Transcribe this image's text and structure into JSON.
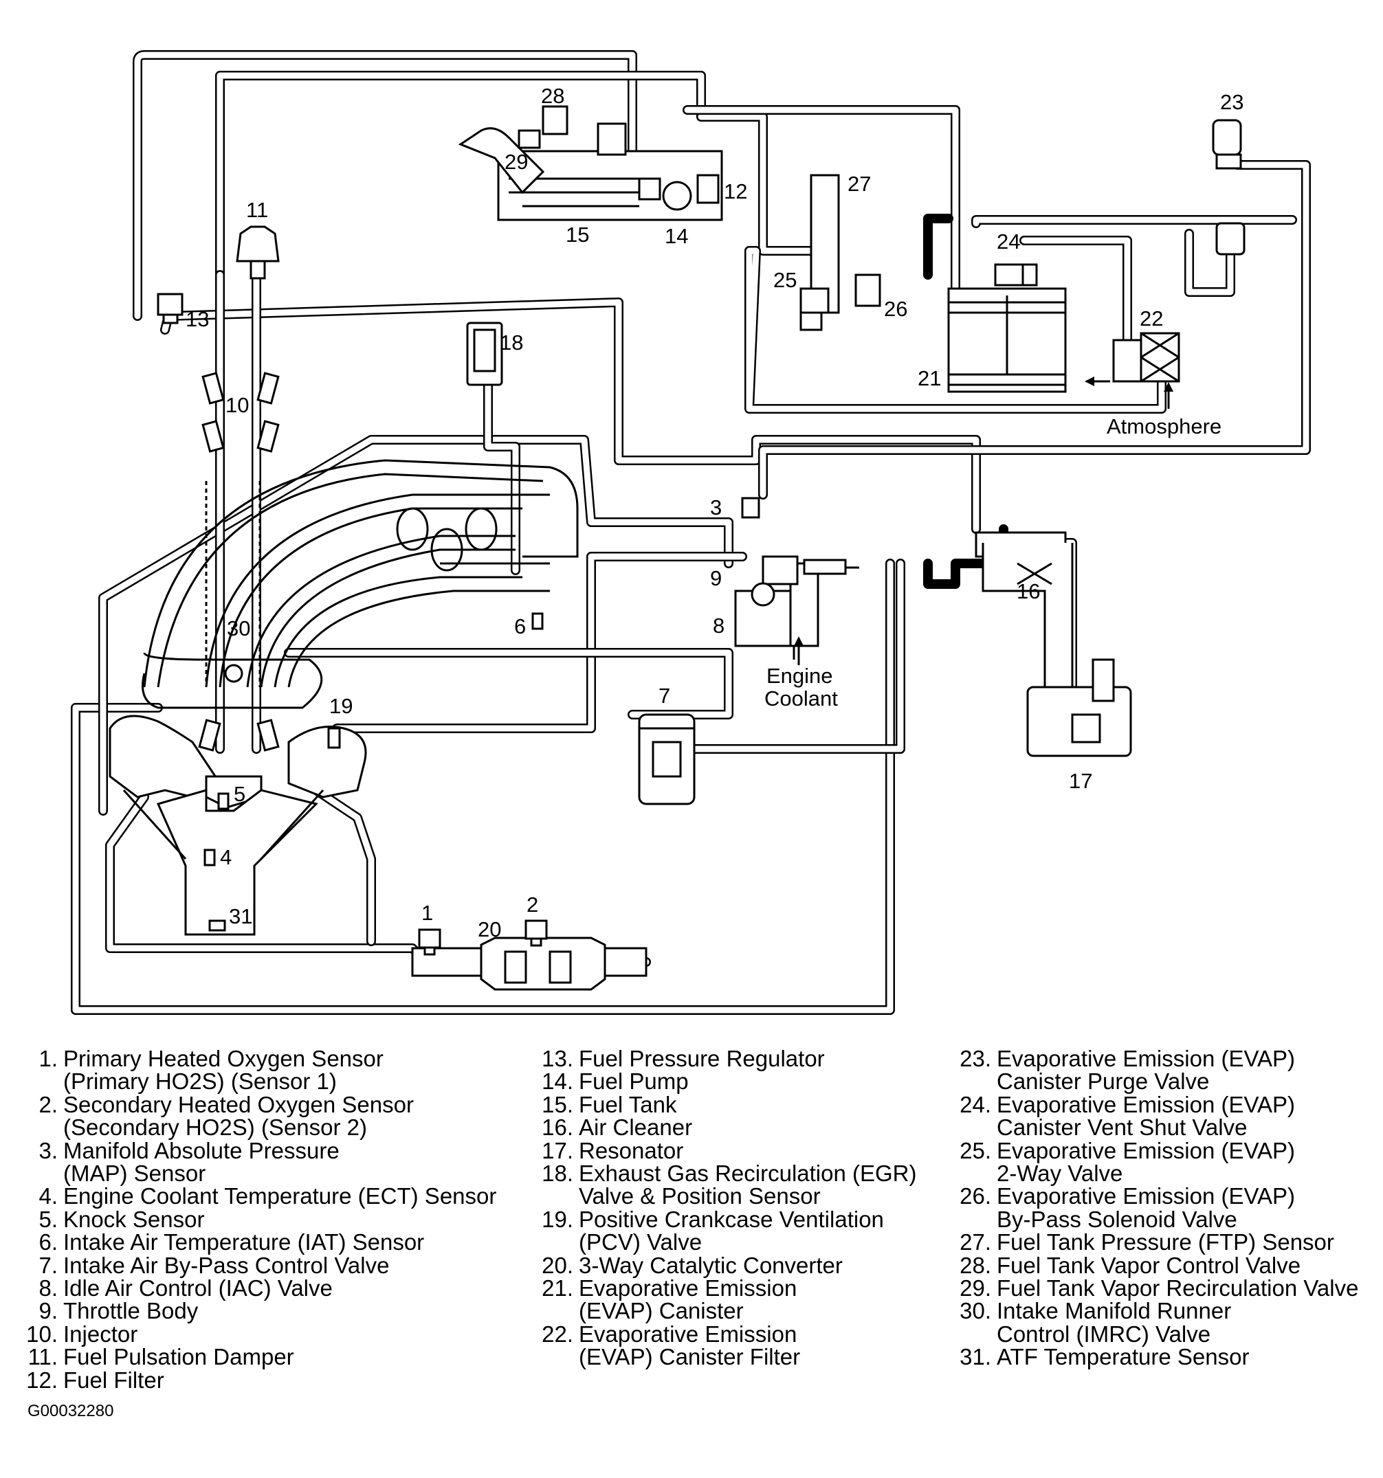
{
  "figure_code": "G00032280",
  "callouts": [
    "1",
    "2",
    "3",
    "4",
    "5",
    "6",
    "7",
    "8",
    "9",
    "10",
    "11",
    "12",
    "13",
    "14",
    "15",
    "16",
    "17",
    "18",
    "19",
    "20",
    "21",
    "22",
    "23",
    "24",
    "25",
    "26",
    "27",
    "28",
    "29",
    "30",
    "31"
  ],
  "annotations": {
    "atmosphere": "Atmosphere",
    "engine_coolant": [
      "Engine",
      "Coolant"
    ]
  },
  "legend": [
    {
      "num": "1.",
      "lines": [
        "Primary Heated Oxygen Sensor",
        "(Primary HO2S) (Sensor 1)"
      ]
    },
    {
      "num": "2.",
      "lines": [
        "Secondary Heated Oxygen Sensor",
        "(Secondary HO2S) (Sensor 2)"
      ]
    },
    {
      "num": "3.",
      "lines": [
        "Manifold Absolute Pressure",
        "(MAP) Sensor"
      ]
    },
    {
      "num": "4.",
      "lines": [
        "Engine Coolant Temperature (ECT) Sensor"
      ]
    },
    {
      "num": "5.",
      "lines": [
        "Knock Sensor"
      ]
    },
    {
      "num": "6.",
      "lines": [
        "Intake Air Temperature (IAT) Sensor"
      ]
    },
    {
      "num": "7.",
      "lines": [
        "Intake Air By-Pass Control Valve"
      ]
    },
    {
      "num": "8.",
      "lines": [
        "Idle Air Control (IAC) Valve"
      ]
    },
    {
      "num": "9.",
      "lines": [
        "Throttle Body"
      ]
    },
    {
      "num": "10.",
      "lines": [
        "Injector"
      ]
    },
    {
      "num": "11.",
      "lines": [
        "Fuel Pulsation Damper"
      ]
    },
    {
      "num": "12.",
      "lines": [
        "Fuel Filter"
      ]
    },
    {
      "num": "13.",
      "lines": [
        "Fuel Pressure Regulator"
      ]
    },
    {
      "num": "14.",
      "lines": [
        "Fuel Pump"
      ]
    },
    {
      "num": "15.",
      "lines": [
        "Fuel Tank"
      ]
    },
    {
      "num": "16.",
      "lines": [
        "Air Cleaner"
      ]
    },
    {
      "num": "17.",
      "lines": [
        "Resonator"
      ]
    },
    {
      "num": "18.",
      "lines": [
        "Exhaust Gas Recirculation (EGR)",
        "Valve & Position Sensor"
      ]
    },
    {
      "num": "19.",
      "lines": [
        "Positive Crankcase Ventilation",
        "(PCV) Valve"
      ]
    },
    {
      "num": "20.",
      "lines": [
        "3-Way Catalytic Converter"
      ]
    },
    {
      "num": "21.",
      "lines": [
        "Evaporative Emission",
        "(EVAP) Canister"
      ]
    },
    {
      "num": "22.",
      "lines": [
        "Evaporative Emission",
        "(EVAP) Canister Filter"
      ]
    },
    {
      "num": "23.",
      "lines": [
        "Evaporative Emission (EVAP)",
        "Canister Purge Valve"
      ]
    },
    {
      "num": "24.",
      "lines": [
        "Evaporative Emission (EVAP)",
        "Canister Vent Shut Valve"
      ]
    },
    {
      "num": "25.",
      "lines": [
        "Evaporative Emission (EVAP)",
        "2-Way Valve"
      ]
    },
    {
      "num": "26.",
      "lines": [
        "Evaporative Emission (EVAP)",
        "By-Pass Solenoid Valve"
      ]
    },
    {
      "num": "27.",
      "lines": [
        "Fuel Tank Pressure (FTP) Sensor"
      ]
    },
    {
      "num": "28.",
      "lines": [
        "Fuel Tank Vapor Control Valve"
      ]
    },
    {
      "num": "29.",
      "lines": [
        "Fuel Tank Vapor Recirculation Valve"
      ]
    },
    {
      "num": "30.",
      "lines": [
        "Intake Manifold Runner",
        "Control (IMRC) Valve"
      ]
    },
    {
      "num": "31.",
      "lines": [
        "ATF Temperature Sensor"
      ]
    }
  ]
}
